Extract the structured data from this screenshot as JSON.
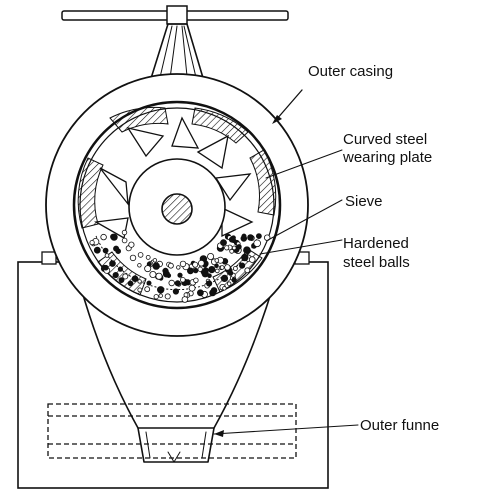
{
  "labels": {
    "outer_casing": "Outer casing",
    "curved_plate_line1": "Curved steel",
    "curved_plate_line2": "wearing plate",
    "sieve": "Sieve",
    "balls_line1": "Hardened",
    "balls_line2": "steel balls",
    "funnel": "Outer funne"
  }
}
